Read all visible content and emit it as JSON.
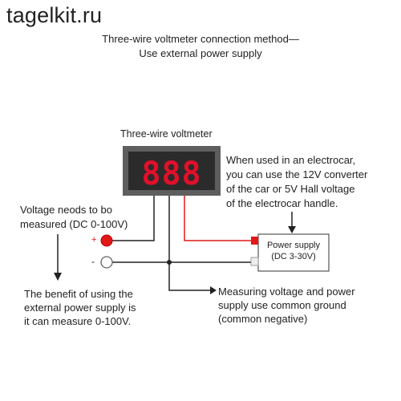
{
  "watermark": "tagelkit.ru",
  "title": "Three-wire voltmeter connection method—\nUse external power supply",
  "meter": {
    "label": "Three-wire voltmeter",
    "display": "888",
    "digit_color": "#e0102a"
  },
  "notes": {
    "electrocar": "When used in an electrocar,\nyou can use the 12V converter\nof the car or 5V Hall voltage\nof the electrocar handle.",
    "measured": "Voltage neods to bo\nmeasured (DC 0-100V)",
    "benefit": "The benefit of using the\nexternal power supply is\nit can measure 0-100V.",
    "ground": "Measuring voltage and power\nsupply use common ground\n(common negative)"
  },
  "terminals": {
    "plus": "+",
    "minus": "-"
  },
  "power_supply": {
    "label": "Power supply\n(DC 3-30V)"
  },
  "colors": {
    "wire_red": "#e01818",
    "wire_black": "#222222",
    "meter_frame": "#5a5a5a",
    "meter_inner": "#2a2a2a"
  }
}
